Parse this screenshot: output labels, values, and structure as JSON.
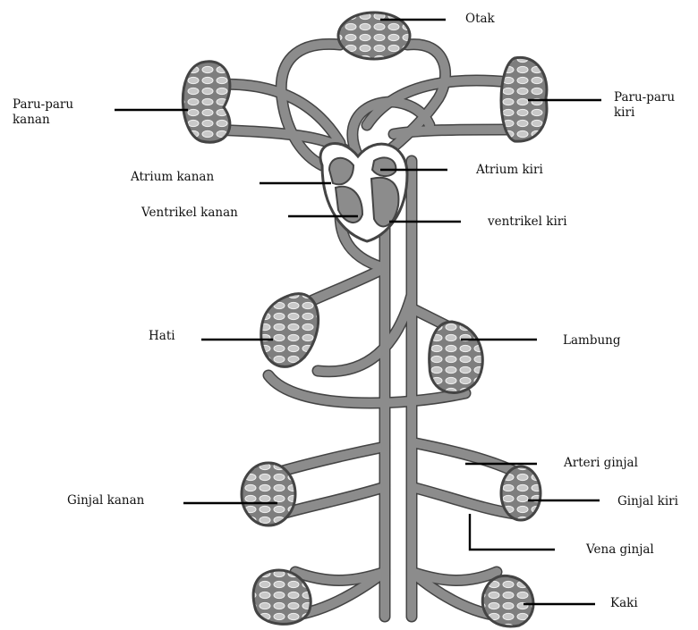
{
  "labels": {
    "otak": "Otak",
    "paru_kanan": "Paru-paru\nkanan",
    "paru_kiri": "Paru-paru\nkiri",
    "atrium_kanan": "Atrium kanan",
    "atrium_kiri": "Atrium kiri",
    "ventrikel_kanan": "Ventrikel kanan",
    "ventrikel_kiri": "ventrikel kiri",
    "hati": "Hati",
    "lambung": "Lambung",
    "arteri_ginjal": "Arteri ginjal",
    "ginjal_kanan": "Ginjal kanan",
    "ginjal_kiri": "Ginjal kiri",
    "vena_ginjal": "Vena ginjal",
    "kaki": "Kaki"
  },
  "colors": {
    "vessel_outline": "#444444",
    "vessel_fill": "#8c8c8c",
    "mesh": "#e6e6e6",
    "leader": "#000000"
  }
}
